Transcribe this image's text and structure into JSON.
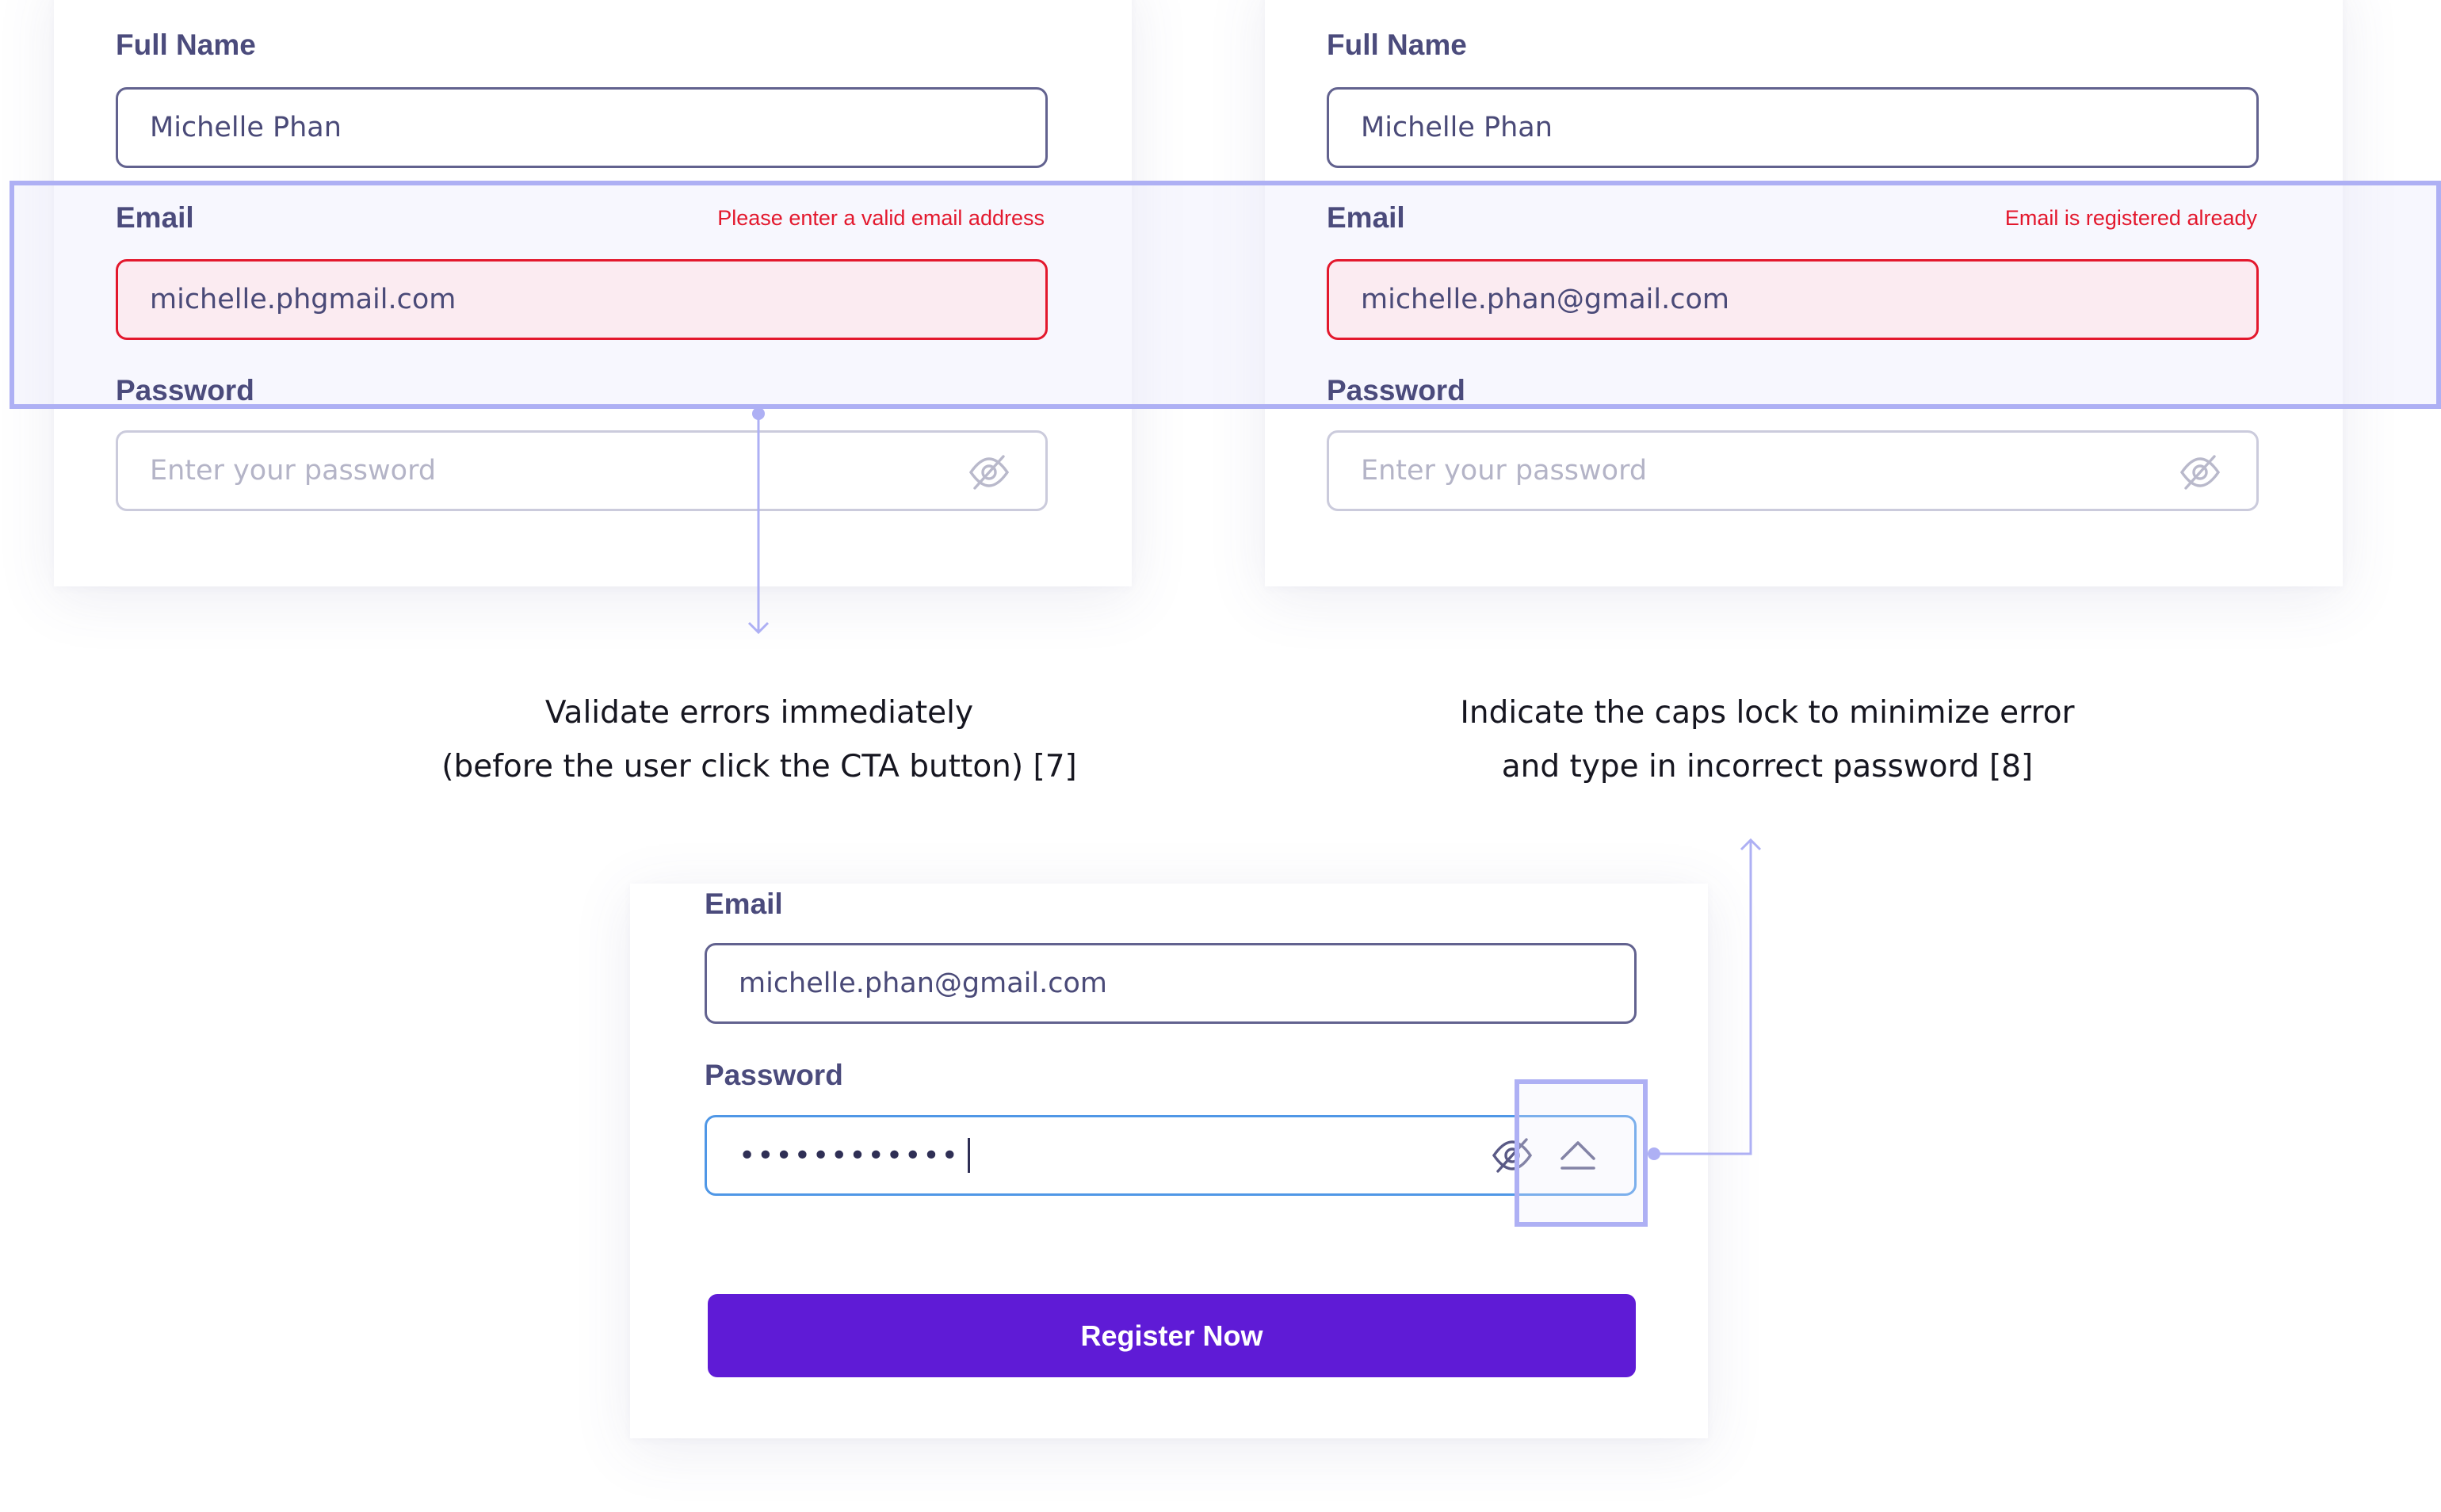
{
  "left_form": {
    "full_name_label": "Full Name",
    "full_name_value": "Michelle Phan",
    "email_label": "Email",
    "email_error": "Please enter a valid email address",
    "email_value": "michelle.phgmail.com",
    "password_label": "Password",
    "password_placeholder": "Enter your password"
  },
  "right_form": {
    "full_name_label": "Full Name",
    "full_name_value": "Michelle Phan",
    "email_label": "Email",
    "email_error": "Email is registered already",
    "email_value": "michelle.phan@gmail.com",
    "password_label": "Password",
    "password_placeholder": "Enter your password"
  },
  "bottom_form": {
    "email_label": "Email",
    "email_value": "michelle.phan@gmail.com",
    "password_label": "Password",
    "password_masked": "••••••••••••",
    "register_button_label": "Register Now"
  },
  "annotations": {
    "validate_line1": "Validate errors immediately",
    "validate_line2": "(before the user click the CTA button) [7]",
    "capslock_line1": "Indicate the caps lock to minimize error",
    "capslock_line2": "and type in incorrect password [8]"
  },
  "icons": {
    "password_visibility": "eye-off-icon",
    "caps_lock": "caps-lock-icon"
  },
  "colors": {
    "error": "#e3182d",
    "error_bg": "#fbebf1",
    "primary": "#5f1bd6",
    "highlight": "#aeb0f4",
    "focus": "#4f97e6"
  }
}
